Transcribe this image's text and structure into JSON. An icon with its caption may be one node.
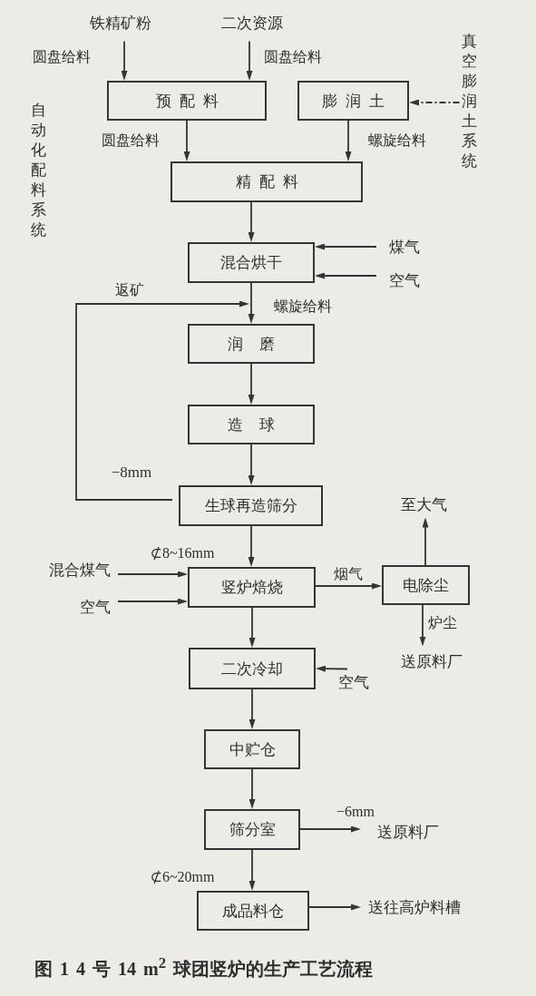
{
  "diagram": {
    "caption": "图 1 4 号 14 m$^{2}$ 球团竖炉的生产工艺流程",
    "nodes": [
      {
        "text": [
          "铁精矿粉"
        ]
      },
      {
        "text": [
          "二次资源"
        ]
      },
      {
        "text": [
          "真空膨润土系统"
        ]
      },
      {
        "text": [
          "预配料"
        ]
      },
      {
        "text": [
          "膨润土"
        ]
      },
      {
        "text": [
          "精配料"
        ]
      },
      {
        "text": [
          "混合烘干"
        ]
      },
      {
        "text": [
          "煤气"
        ]
      },
      {
        "text": [
          "空气"
        ]
      },
      {
        "text": [
          "润磨"
        ]
      },
      {
        "text": [
          "造球"
        ]
      },
      {
        "text": [
          "生球再造筛分"
        ]
      },
      {
        "text": [
          "至大气"
        ]
      },
      {
        "text": [
          "混合煤气"
        ]
      },
      {
        "text": [
          "竖炉焙烧"
        ]
      },
      {
        "text": [
          "电除尘"
        ]
      },
      {
        "text": [
          "空气"
        ]
      },
      {
        "text": [
          "送原料厂"
        ]
      },
      {
        "text": [
          "二次冷却"
        ]
      },
      {
        "text": [
          "空气"
        ]
      },
      {
        "text": [
          "中贮仓"
        ]
      },
      {
        "text": [
          "筛分室"
        ]
      },
      {
        "text": [
          "送原料厂"
        ]
      },
      {
        "text": [
          "成品料仓"
        ]
      },
      {
        "text": [
          "送往高炉料槽"
        ]
      }
    ],
    "edges": [
      {
        "from": 0,
        "to": 3,
        "arrow": "to",
        "label": "圆盘给料"
      },
      {
        "from": 1,
        "to": 3,
        "arrow": "to",
        "label": "圆盘给料"
      },
      {
        "from": 2,
        "to": 4,
        "arrow": "to",
        "style": "dashed"
      },
      {
        "from": 3,
        "to": 5,
        "arrow": "to",
        "label": "圆盘给料"
      },
      {
        "from": 4,
        "to": 5,
        "arrow": "to",
        "label": "螺旋给料"
      },
      {
        "from": 5,
        "to": 6,
        "arrow": "to"
      },
      {
        "from": 7,
        "to": 6,
        "arrow": "to"
      },
      {
        "from": 8,
        "to": 6,
        "arrow": "to"
      },
      {
        "from": 6,
        "to": 9,
        "arrow": "to",
        "label": "螺旋给料"
      },
      {
        "from": 11,
        "to": 9,
        "arrow": "to",
        "label": "返矿"
      },
      {
        "from": 9,
        "to": 10,
        "arrow": "to"
      },
      {
        "from": 10,
        "to": 11,
        "arrow": "to"
      },
      {
        "from": 11,
        "to": 14,
        "arrow": "to",
        "label": "⊄8~16mm"
      },
      {
        "from": 13,
        "to": 14,
        "arrow": "to"
      },
      {
        "from": 16,
        "to": 14,
        "arrow": "to"
      },
      {
        "from": 14,
        "to": 15,
        "arrow": "to",
        "label": "烟气"
      },
      {
        "from": 15,
        "to": 12,
        "arrow": "to"
      },
      {
        "from": 15,
        "to": 17,
        "arrow": "to",
        "label": "炉尘"
      },
      {
        "from": 14,
        "to": 18,
        "arrow": "to"
      },
      {
        "from": 19,
        "to": 18,
        "arrow": "to"
      },
      {
        "from": 18,
        "to": 20,
        "arrow": "to"
      },
      {
        "from": 20,
        "to": 21,
        "arrow": "to"
      },
      {
        "from": 21,
        "to": 22,
        "arrow": "to",
        "label": "−6mm"
      },
      {
        "from": 21,
        "to": 23,
        "arrow": "to",
        "label": "⊄6~20mm"
      },
      {
        "from": 23,
        "to": 24,
        "arrow": "to"
      }
    ],
    "labels": [
      "自动化配料系统",
      "−8mm"
    ]
  }
}
